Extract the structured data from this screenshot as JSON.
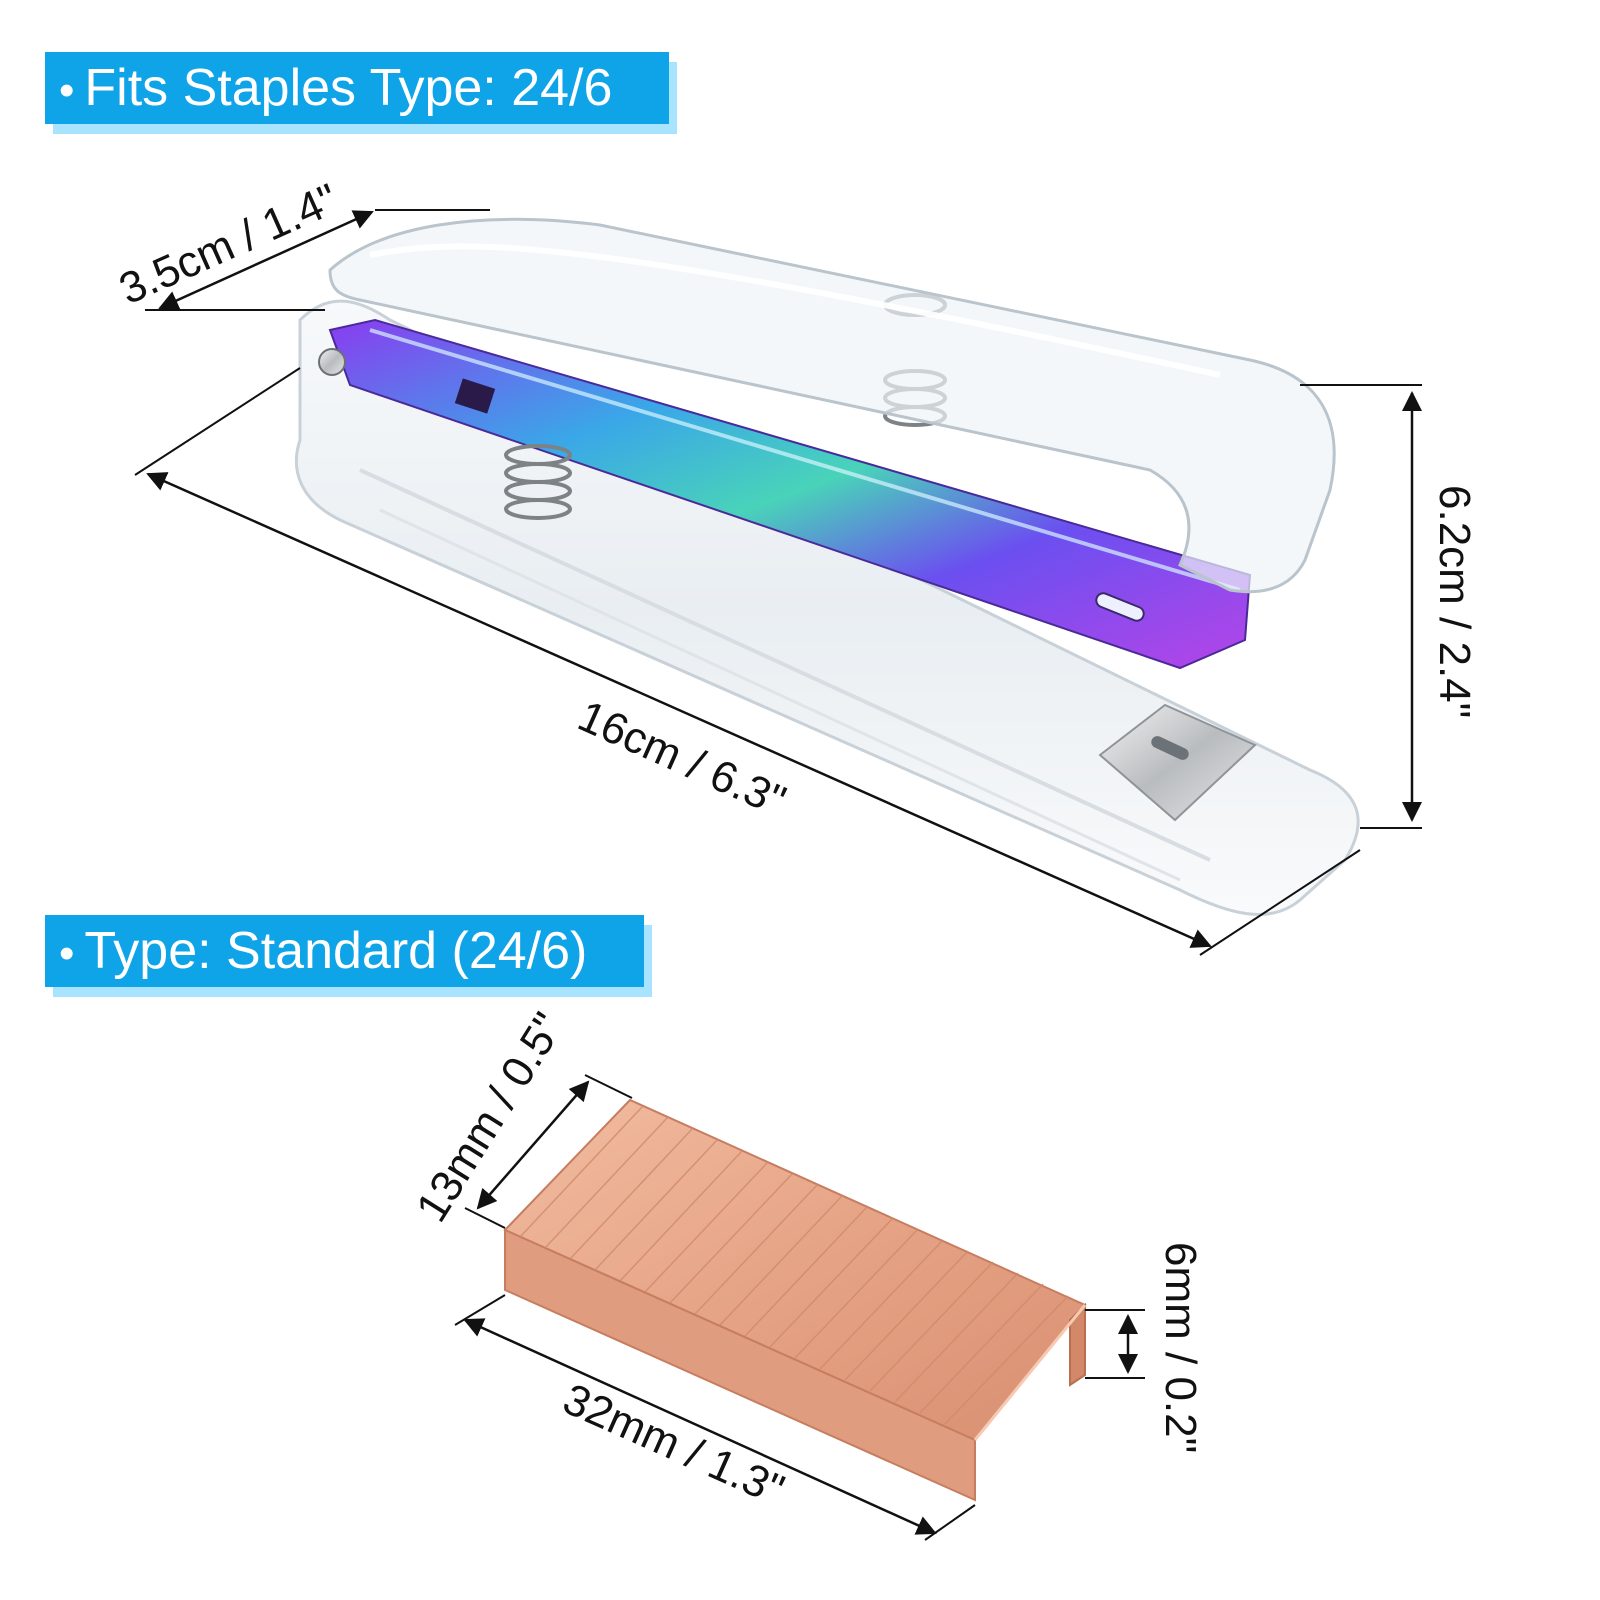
{
  "banners": {
    "fits_staples": "Fits Staples Type: 24/6",
    "staple_type": "Type: Standard (24/6)"
  },
  "stapler": {
    "width_label": "3.5cm / 1.4\"",
    "length_label": "16cm / 6.3\"",
    "height_label": "6.2cm / 2.4\""
  },
  "staples": {
    "depth_label": "13mm / 0.5\"",
    "length_label": "32mm / 1.3\"",
    "height_label": "6mm / 0.2\""
  },
  "colors": {
    "banner_blue": "#0fa3e8",
    "banner_shadow": "#a8e3ff",
    "staple_rose_gold": "#e9a98b",
    "stapler_holographic": "#7b3fe4"
  }
}
